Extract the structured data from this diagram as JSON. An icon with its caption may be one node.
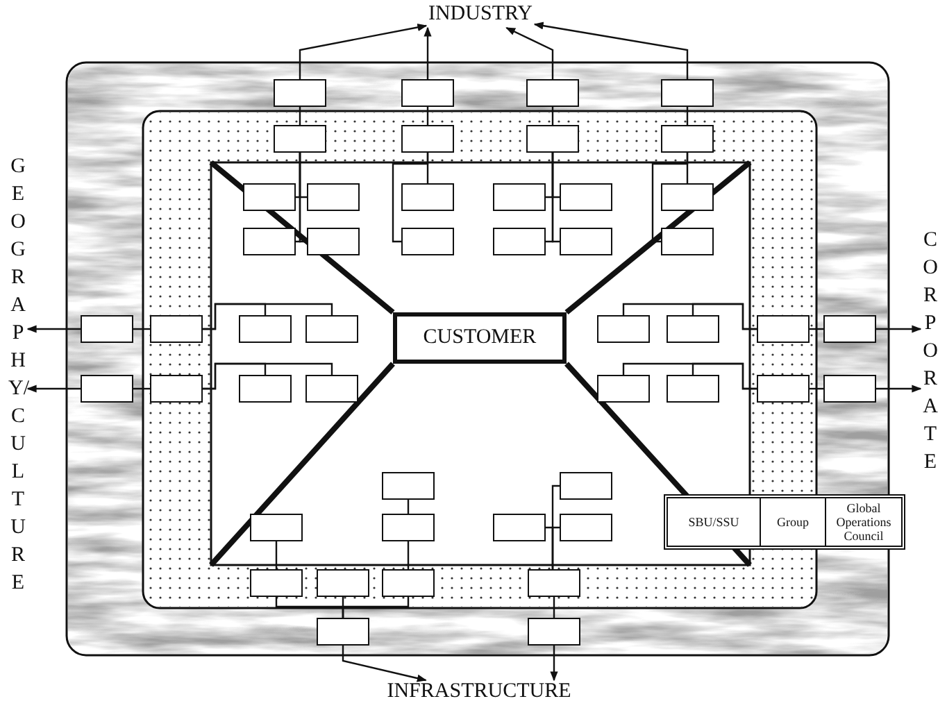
{
  "diagram": {
    "nodes": [
      {
        "text": [],
        "shape": "box"
      },
      {
        "text": [],
        "shape": "box"
      },
      {
        "text": [],
        "shape": "box"
      },
      {
        "text": [],
        "shape": "box"
      },
      {
        "text": [],
        "shape": "box"
      },
      {
        "text": [],
        "shape": "box"
      },
      {
        "text": [],
        "shape": "box"
      },
      {
        "text": [],
        "shape": "box"
      },
      {
        "text": [],
        "shape": "box"
      },
      {
        "text": [],
        "shape": "box"
      },
      {
        "text": [],
        "shape": "box"
      },
      {
        "text": [],
        "shape": "box"
      },
      {
        "text": [],
        "shape": "box"
      },
      {
        "text": [],
        "shape": "box"
      },
      {
        "text": [],
        "shape": "box"
      },
      {
        "text": [],
        "shape": "box"
      },
      {
        "text": [],
        "shape": "box"
      },
      {
        "text": [],
        "shape": "box"
      },
      {
        "text": [],
        "shape": "box"
      },
      {
        "text": [],
        "shape": "box"
      },
      {
        "text": [],
        "shape": "box"
      },
      {
        "text": [],
        "shape": "box"
      },
      {
        "text": [],
        "shape": "box"
      },
      {
        "text": [],
        "shape": "box"
      },
      {
        "text": [
          "CUSTOMER"
        ]
      },
      {
        "text": [],
        "shape": "box"
      },
      {
        "text": [],
        "shape": "box"
      },
      {
        "text": [],
        "shape": "box"
      },
      {
        "text": [],
        "shape": "box"
      },
      {
        "text": [],
        "shape": "box"
      },
      {
        "text": [],
        "shape": "box"
      },
      {
        "text": [],
        "shape": "box"
      },
      {
        "text": [],
        "shape": "box"
      },
      {
        "text": [],
        "shape": "box"
      },
      {
        "text": [],
        "shape": "box"
      },
      {
        "text": [],
        "shape": "box"
      },
      {
        "text": [],
        "shape": "box"
      },
      {
        "text": [],
        "shape": "box"
      },
      {
        "text": [],
        "shape": "box"
      },
      {
        "text": [],
        "shape": "box"
      },
      {
        "text": [],
        "shape": "box"
      },
      {
        "text": [],
        "shape": "box"
      },
      {
        "text": [],
        "shape": "box"
      },
      {
        "text": [],
        "shape": "box"
      },
      {
        "text": [],
        "shape": "box"
      },
      {
        "text": [],
        "shape": "box"
      },
      {
        "text": [],
        "shape": "box"
      },
      {
        "text": [],
        "shape": "box"
      },
      {
        "text": [],
        "shape": "box"
      },
      {
        "text": [
          "INDUSTRY"
        ]
      },
      {
        "text": [
          "GEOGRAPHY/CULTURE"
        ]
      },
      {
        "text": [
          "CORPORATE"
        ]
      },
      {
        "text": [
          "INFRASTRUCTURE"
        ]
      }
    ],
    "edges": [
      {
        "from": 0,
        "to": 49,
        "arrow": "to"
      },
      {
        "from": 4,
        "to": 0,
        "arrow": "none"
      },
      {
        "from": 4,
        "to": 8,
        "arrow": "none"
      },
      {
        "from": 4,
        "to": 9,
        "arrow": "none"
      },
      {
        "from": 4,
        "to": 14,
        "arrow": "none"
      },
      {
        "from": 4,
        "to": 15,
        "arrow": "none"
      },
      {
        "from": 1,
        "to": 49,
        "arrow": "to"
      },
      {
        "from": 5,
        "to": 1,
        "arrow": "none"
      },
      {
        "from": 5,
        "to": 10,
        "arrow": "none"
      },
      {
        "from": 5,
        "to": 16,
        "arrow": "none"
      },
      {
        "from": 2,
        "to": 49,
        "arrow": "to"
      },
      {
        "from": 6,
        "to": 2,
        "arrow": "none"
      },
      {
        "from": 6,
        "to": 11,
        "arrow": "none"
      },
      {
        "from": 6,
        "to": 12,
        "arrow": "none"
      },
      {
        "from": 6,
        "to": 17,
        "arrow": "none"
      },
      {
        "from": 6,
        "to": 18,
        "arrow": "none"
      },
      {
        "from": 3,
        "to": 49,
        "arrow": "to"
      },
      {
        "from": 7,
        "to": 3,
        "arrow": "none"
      },
      {
        "from": 7,
        "to": 13,
        "arrow": "none"
      },
      {
        "from": 7,
        "to": 19,
        "arrow": "none"
      },
      {
        "from": 20,
        "to": 50,
        "arrow": "to"
      },
      {
        "from": 21,
        "to": 20,
        "arrow": "none"
      },
      {
        "from": 21,
        "to": 22,
        "arrow": "none"
      },
      {
        "from": 21,
        "to": 23,
        "arrow": "none"
      },
      {
        "from": 29,
        "to": 50,
        "arrow": "to"
      },
      {
        "from": 30,
        "to": 29,
        "arrow": "none"
      },
      {
        "from": 30,
        "to": 31,
        "arrow": "none"
      },
      {
        "from": 30,
        "to": 32,
        "arrow": "none"
      },
      {
        "from": 25,
        "to": 27,
        "arrow": "none"
      },
      {
        "from": 26,
        "to": 27,
        "arrow": "none"
      },
      {
        "from": 27,
        "to": 28,
        "arrow": "none"
      },
      {
        "from": 28,
        "to": 51,
        "arrow": "to"
      },
      {
        "from": 33,
        "to": 35,
        "arrow": "none"
      },
      {
        "from": 34,
        "to": 35,
        "arrow": "none"
      },
      {
        "from": 35,
        "to": 36,
        "arrow": "none"
      },
      {
        "from": 36,
        "to": 51,
        "arrow": "to"
      },
      {
        "from": 37,
        "to": 40,
        "arrow": "none"
      },
      {
        "from": 40,
        "to": 45,
        "arrow": "none"
      },
      {
        "from": 39,
        "to": 43,
        "arrow": "none"
      },
      {
        "from": 43,
        "to": 47,
        "arrow": "none"
      },
      {
        "from": 44,
        "to": 47,
        "arrow": "none"
      },
      {
        "from": 45,
        "to": 47,
        "arrow": "none"
      },
      {
        "from": 47,
        "to": 52,
        "arrow": "to"
      },
      {
        "from": 38,
        "to": 46,
        "arrow": "none"
      },
      {
        "from": 41,
        "to": 46,
        "arrow": "none"
      },
      {
        "from": 42,
        "to": 46,
        "arrow": "none"
      },
      {
        "from": 46,
        "to": 48,
        "arrow": "none"
      },
      {
        "from": 48,
        "to": 52,
        "arrow": "to"
      }
    ],
    "labels": [
      "SBU/SSU",
      "Group",
      "Global Operations Council"
    ]
  }
}
